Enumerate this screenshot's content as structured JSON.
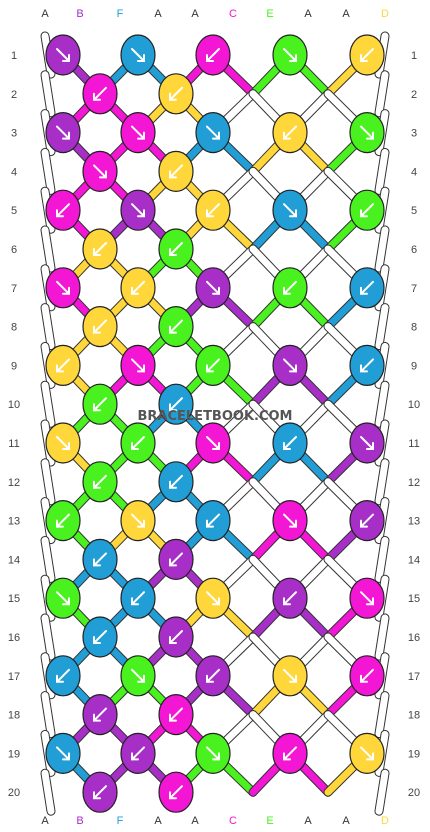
{
  "top_letters": [
    "A",
    "B",
    "F",
    "A",
    "A",
    "C",
    "E",
    "A",
    "A",
    "D"
  ],
  "bottom_letters": [
    "A",
    "B",
    "F",
    "A",
    "A",
    "C",
    "E",
    "A",
    "A",
    "D"
  ],
  "row_numbers": [
    "1",
    "2",
    "3",
    "4",
    "5",
    "6",
    "7",
    "8",
    "9",
    "10",
    "11",
    "12",
    "13",
    "14",
    "15",
    "16",
    "17",
    "18",
    "19",
    "20"
  ],
  "watermark": "BRACELETBOOK.COM",
  "colors": {
    "A": "#ffffff",
    "B": "#a72fc8",
    "C": "#f316d4",
    "D": "#ffd73b",
    "E": "#49f21f",
    "F": "#219ed5"
  },
  "knot_rows": [
    [
      [
        "B",
        "f"
      ],
      [
        "F",
        "f"
      ],
      [
        "C",
        "b"
      ],
      [
        "E",
        "f"
      ],
      [
        "D",
        "b"
      ]
    ],
    [
      [
        "C",
        "b"
      ],
      [
        "D",
        "b"
      ]
    ],
    [
      [
        "B",
        "f"
      ],
      [
        "C",
        "f"
      ],
      [
        "F",
        "f"
      ],
      [
        "D",
        "b"
      ],
      [
        "E",
        "f"
      ]
    ],
    [
      [
        "C",
        "f"
      ],
      [
        "D",
        "b"
      ]
    ],
    [
      [
        "C",
        "b"
      ],
      [
        "B",
        "f"
      ],
      [
        "D",
        "b"
      ],
      [
        "F",
        "f"
      ],
      [
        "E",
        "b"
      ]
    ],
    [
      [
        "D",
        "b"
      ],
      [
        "E",
        "b"
      ]
    ],
    [
      [
        "C",
        "f"
      ],
      [
        "D",
        "b"
      ],
      [
        "B",
        "f"
      ],
      [
        "E",
        "b"
      ],
      [
        "F",
        "b"
      ]
    ],
    [
      [
        "D",
        "b"
      ],
      [
        "E",
        "b"
      ]
    ],
    [
      [
        "D",
        "b"
      ],
      [
        "C",
        "f"
      ],
      [
        "E",
        "b"
      ],
      [
        "B",
        "f"
      ],
      [
        "F",
        "b"
      ]
    ],
    [
      [
        "E",
        "b"
      ],
      [
        "F",
        "b"
      ]
    ],
    [
      [
        "D",
        "f"
      ],
      [
        "E",
        "b"
      ],
      [
        "C",
        "f"
      ],
      [
        "F",
        "b"
      ],
      [
        "B",
        "f"
      ]
    ],
    [
      [
        "E",
        "b"
      ],
      [
        "F",
        "b"
      ]
    ],
    [
      [
        "E",
        "b"
      ],
      [
        "D",
        "f"
      ],
      [
        "F",
        "b"
      ],
      [
        "C",
        "f"
      ],
      [
        "B",
        "b"
      ]
    ],
    [
      [
        "F",
        "b"
      ],
      [
        "B",
        "b"
      ]
    ],
    [
      [
        "E",
        "f"
      ],
      [
        "F",
        "b"
      ],
      [
        "D",
        "f"
      ],
      [
        "B",
        "b"
      ],
      [
        "C",
        "f"
      ]
    ],
    [
      [
        "F",
        "b"
      ],
      [
        "B",
        "b"
      ]
    ],
    [
      [
        "F",
        "b"
      ],
      [
        "E",
        "f"
      ],
      [
        "B",
        "b"
      ],
      [
        "D",
        "f"
      ],
      [
        "C",
        "b"
      ]
    ],
    [
      [
        "B",
        "b"
      ],
      [
        "C",
        "b"
      ]
    ],
    [
      [
        "F",
        "f"
      ],
      [
        "B",
        "b"
      ],
      [
        "E",
        "f"
      ],
      [
        "C",
        "b"
      ],
      [
        "D",
        "f"
      ]
    ],
    [
      [
        "B",
        "b"
      ],
      [
        "C",
        "b"
      ]
    ]
  ]
}
